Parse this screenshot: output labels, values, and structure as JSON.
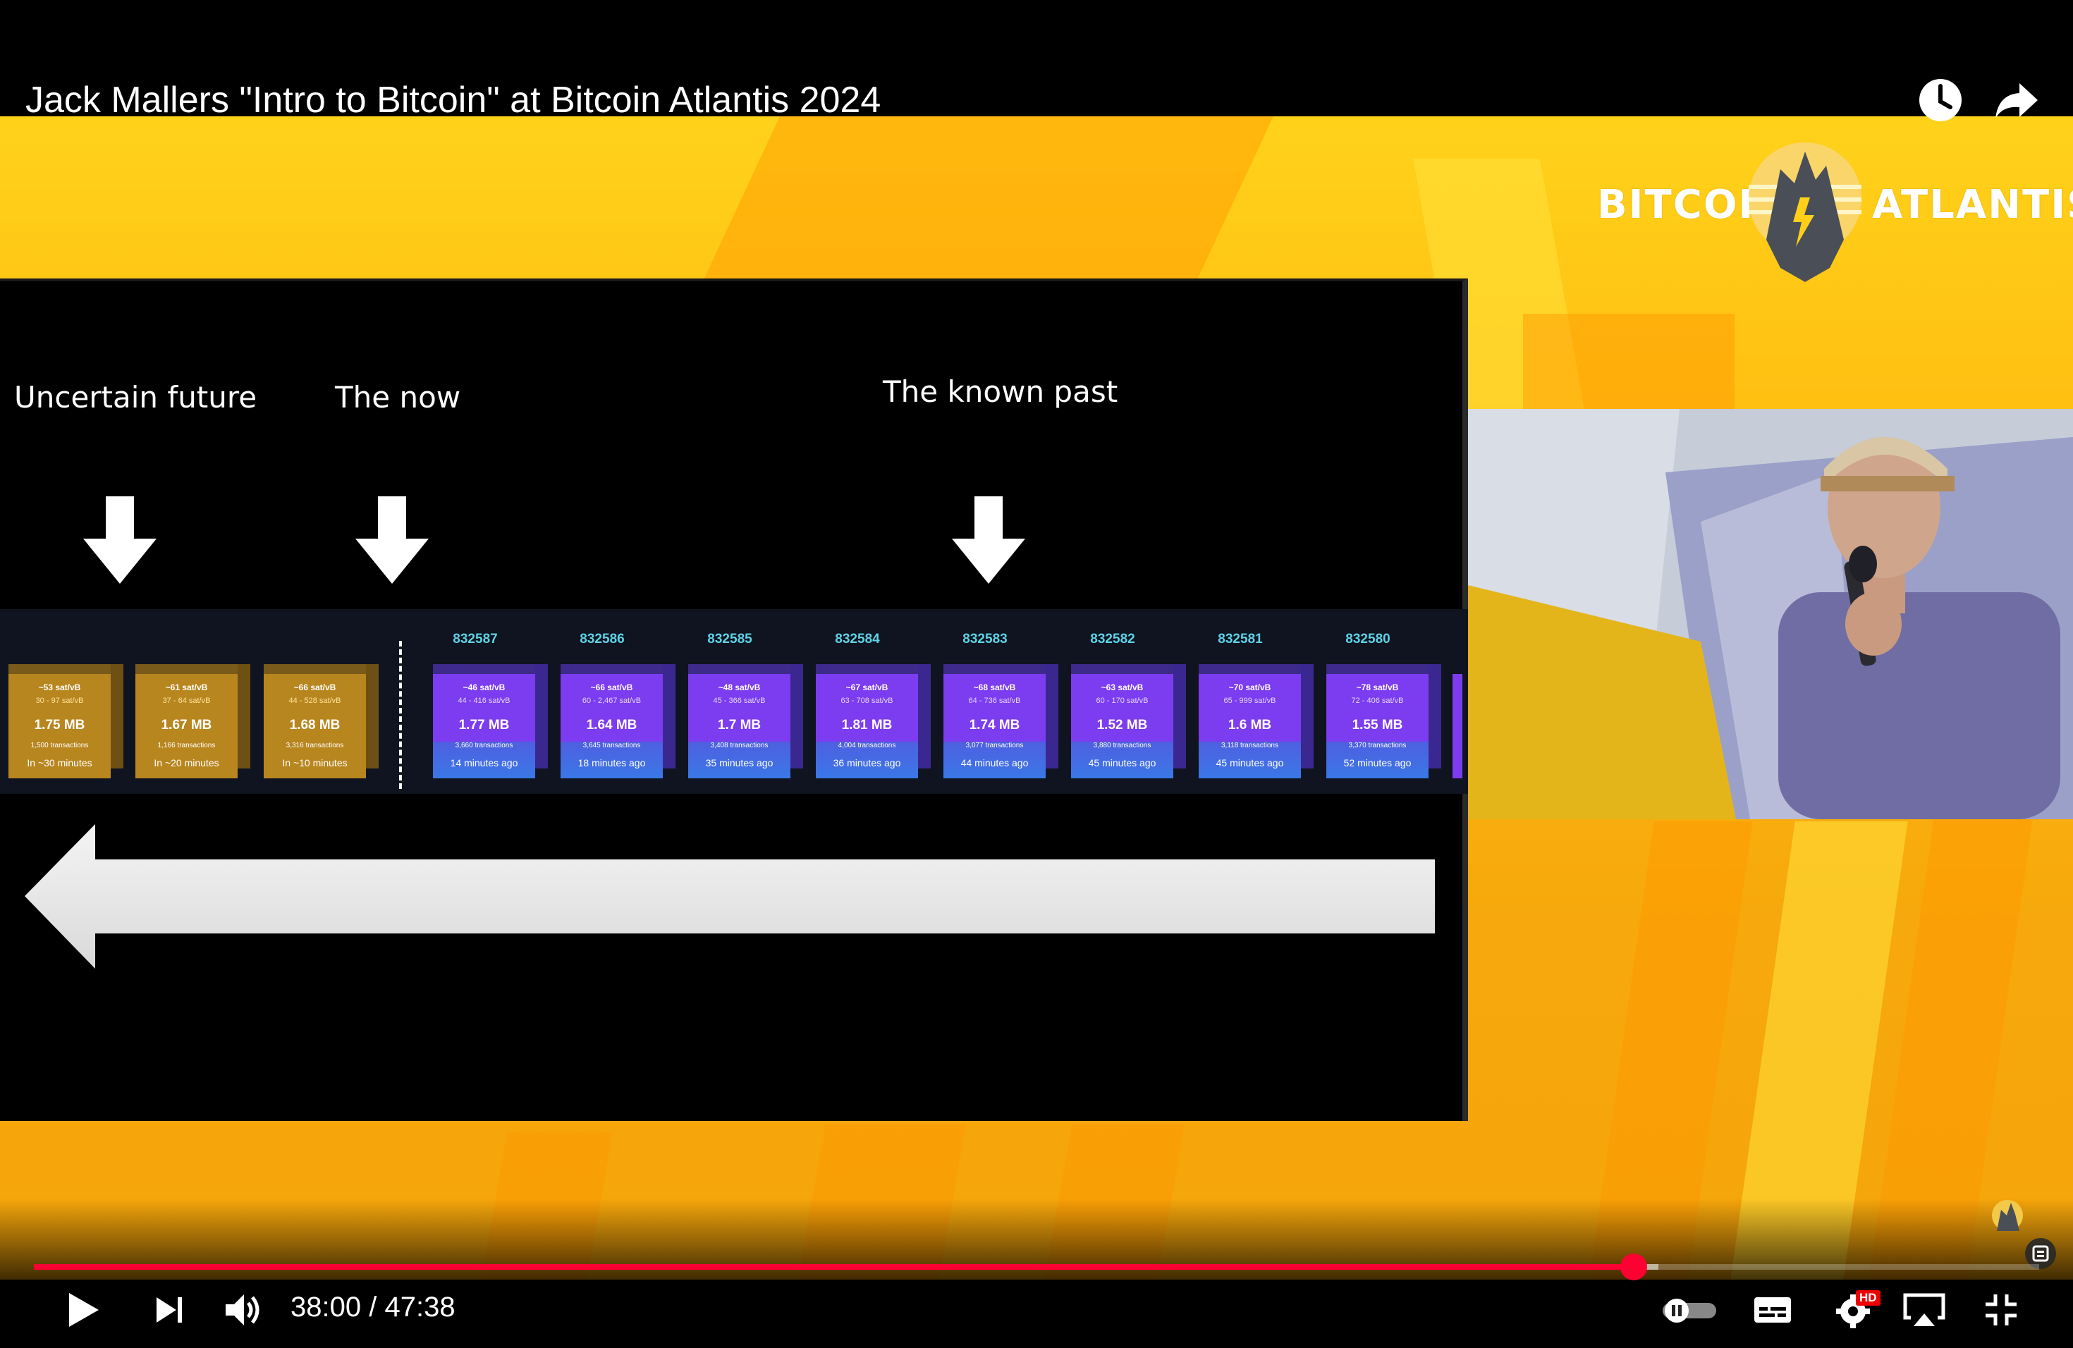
{
  "video": {
    "title": "Jack Mallers \"Intro to Bitcoin\" at Bitcoin Atlantis 2024"
  },
  "brand": {
    "left_word": "BITCOIN",
    "right_word": "ATLANTIS"
  },
  "slide": {
    "labels": {
      "future": "Uncertain future",
      "now": "The now",
      "past": "The known past"
    },
    "future_blocks": [
      {
        "fee": "~53 sat/vB",
        "range": "30 - 97 sat/vB",
        "size": "1.75 MB",
        "tx": "1,500 transactions",
        "time": "In ~30 minutes"
      },
      {
        "fee": "~61 sat/vB",
        "range": "37 - 64 sat/vB",
        "size": "1.67 MB",
        "tx": "1,166 transactions",
        "time": "In ~20 minutes"
      },
      {
        "fee": "~66 sat/vB",
        "range": "44 - 528 sat/vB",
        "size": "1.68 MB",
        "tx": "3,316 transactions",
        "time": "In ~10 minutes"
      }
    ],
    "past_blocks": [
      {
        "height": "832587",
        "fee": "~46 sat/vB",
        "range": "44 - 416 sat/vB",
        "size": "1.77 MB",
        "tx": "3,660 transactions",
        "time": "14 minutes ago"
      },
      {
        "height": "832586",
        "fee": "~66 sat/vB",
        "range": "60 - 2,467 sat/vB",
        "size": "1.64 MB",
        "tx": "3,645 transactions",
        "time": "18 minutes ago"
      },
      {
        "height": "832585",
        "fee": "~48 sat/vB",
        "range": "45 - 366 sat/vB",
        "size": "1.7 MB",
        "tx": "3,408 transactions",
        "time": "35 minutes ago"
      },
      {
        "height": "832584",
        "fee": "~67 sat/vB",
        "range": "63 - 708 sat/vB",
        "size": "1.81 MB",
        "tx": "4,004 transactions",
        "time": "36 minutes ago"
      },
      {
        "height": "832583",
        "fee": "~68 sat/vB",
        "range": "64 - 736 sat/vB",
        "size": "1.74 MB",
        "tx": "3,077 transactions",
        "time": "44 minutes ago"
      },
      {
        "height": "832582",
        "fee": "~63 sat/vB",
        "range": "60 - 170 sat/vB",
        "size": "1.52 MB",
        "tx": "3,880 transactions",
        "time": "45 minutes ago"
      },
      {
        "height": "832581",
        "fee": "~70 sat/vB",
        "range": "65 - 999 sat/vB",
        "size": "1.6 MB",
        "tx": "3,118 transactions",
        "time": "45 minutes ago"
      },
      {
        "height": "832580",
        "fee": "~78 sat/vB",
        "range": "72 - 406 sat/vB",
        "size": "1.55 MB",
        "tx": "3,370 transactions",
        "time": "52 minutes ago"
      }
    ]
  },
  "player": {
    "current_time": "38:00",
    "separator": "/",
    "duration": "47:38",
    "progress_fraction": 0.7977,
    "buffered_fraction": 0.81,
    "hd_badge": "HD",
    "accent_color": "#ff0033"
  },
  "icons": {
    "top": [
      "watch-later-icon",
      "share-icon"
    ],
    "controls_left": [
      "play-icon",
      "next-icon",
      "volume-icon"
    ],
    "controls_right": [
      "autoplay-toggle",
      "subtitles-icon",
      "settings-icon",
      "airplay-icon",
      "exit-fullscreen-icon"
    ]
  }
}
